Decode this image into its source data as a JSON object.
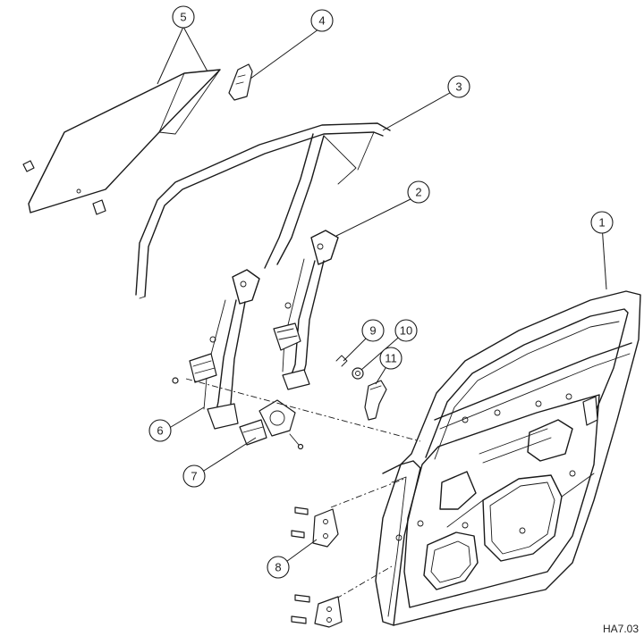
{
  "figure_code": "HA7.03",
  "callouts": [
    {
      "id": "callout-1",
      "label": "1"
    },
    {
      "id": "callout-2",
      "label": "2"
    },
    {
      "id": "callout-3",
      "label": "3"
    },
    {
      "id": "callout-4",
      "label": "4"
    },
    {
      "id": "callout-5",
      "label": "5"
    },
    {
      "id": "callout-6",
      "label": "6"
    },
    {
      "id": "callout-7",
      "label": "7"
    },
    {
      "id": "callout-8",
      "label": "8"
    },
    {
      "id": "callout-9",
      "label": "9"
    },
    {
      "id": "callout-10",
      "label": "10"
    },
    {
      "id": "callout-11",
      "label": "11"
    }
  ]
}
